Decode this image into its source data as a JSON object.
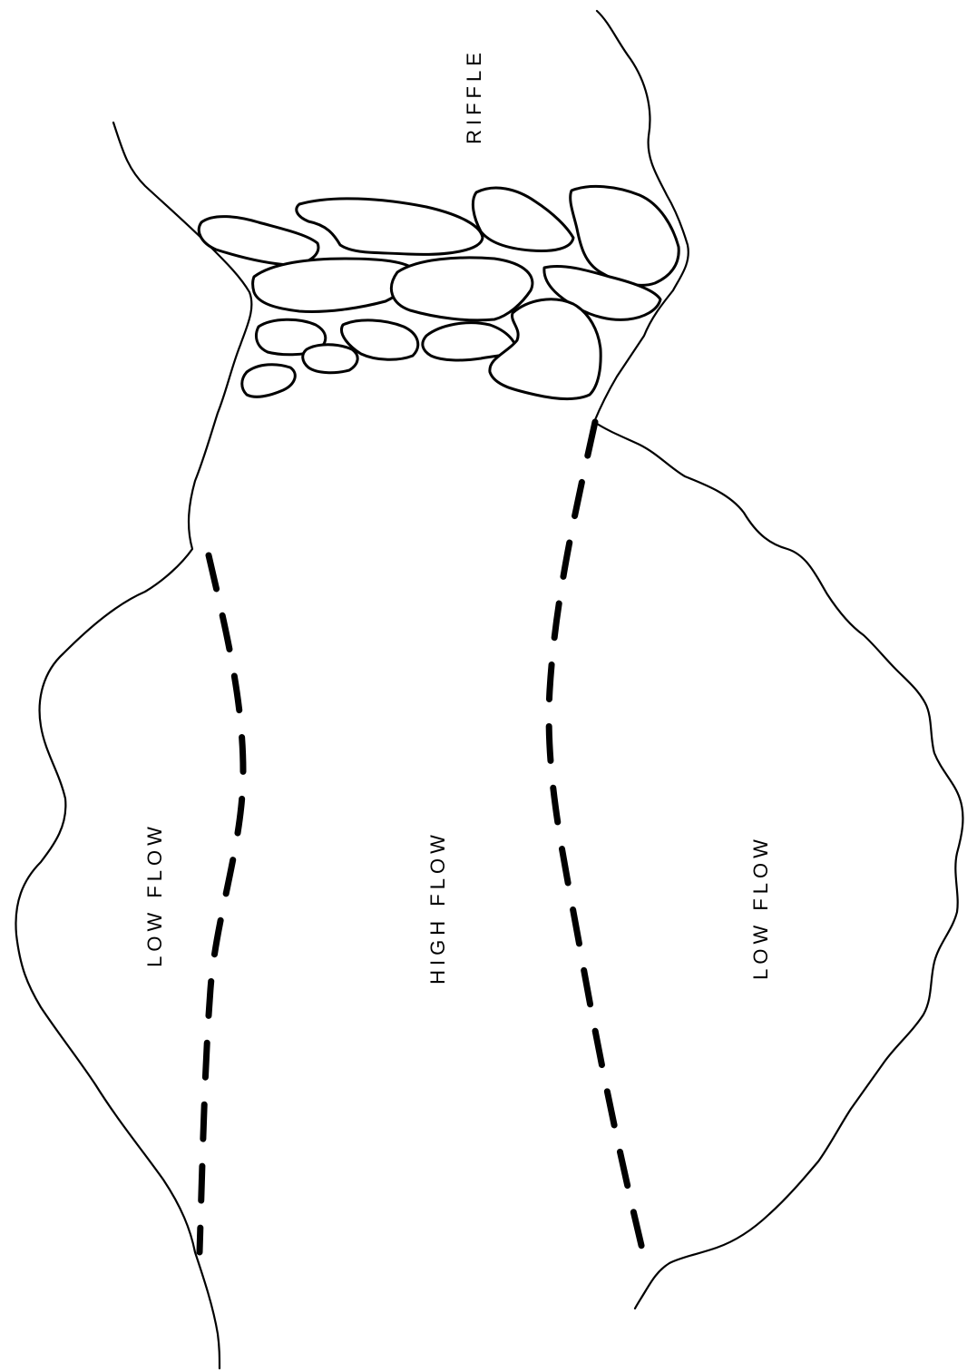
{
  "diagram": {
    "labels": {
      "riffle": "RIFFLE",
      "left_zone": "LOW FLOW",
      "center_zone": "HIGH FLOW",
      "right_zone": "LOW FLOW"
    },
    "colors": {
      "line": "#000000",
      "background": "#ffffff"
    }
  }
}
